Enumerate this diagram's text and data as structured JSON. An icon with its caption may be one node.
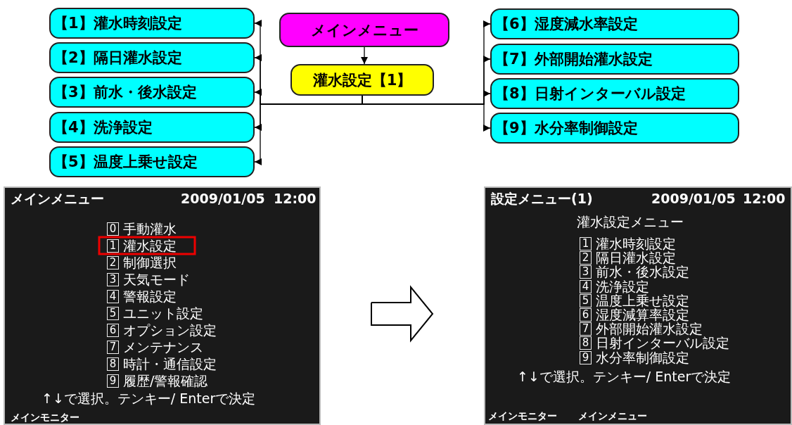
{
  "diagram": {
    "nodes": [
      {
        "text": [
          "メインメニュー"
        ]
      },
      {
        "text": [
          "灌水設定【1】"
        ]
      },
      {
        "text": [
          "【1】灌水時刻設定"
        ]
      },
      {
        "text": [
          "【2】隔日灌水設定"
        ]
      },
      {
        "text": [
          "【3】前水・後水設定"
        ]
      },
      {
        "text": [
          "【4】洗浄設定"
        ]
      },
      {
        "text": [
          "【5】温度上乗せ設定"
        ]
      },
      {
        "text": [
          "【6】湿度減水率設定"
        ]
      },
      {
        "text": [
          "【7】外部開始灌水設定"
        ]
      },
      {
        "text": [
          "【8】日射インターバル設定"
        ]
      },
      {
        "text": [
          "【9】水分率制御設定"
        ]
      },
      {
        "text": [
          "メインメニュー",
          "2009/01/05",
          "12:00",
          "0",
          "手動灌水",
          "1",
          "灌水設定",
          "2",
          "制御選択",
          "3",
          "天気モード",
          "4",
          "警報設定",
          "5",
          "ユニット設定",
          "6",
          "オプション設定",
          "7",
          "メンテナンス",
          "8",
          "時計・通信設定",
          "9",
          "履歴/警報確認",
          "↑↓で選択。テンキー/ Enterで決定",
          "メインモニター"
        ]
      },
      {
        "text": [
          "設定メニュー(1)",
          "2009/01/05",
          "12:00",
          "灌水設定メニュー",
          "1",
          "灌水時刻設定",
          "2",
          "隔日灌水設定",
          "3",
          "前水・後水設定",
          "4",
          "洗浄設定",
          "5",
          "温度上乗せ設定",
          "6",
          "湿度減算率設定",
          "7",
          "外部開始灌水設定",
          "8",
          "日射インターバル設定",
          "9",
          "水分率制御設定",
          "↑↓で選択。テンキー/ Enterで決定",
          "メインモニター",
          "メインメニュー"
        ]
      }
    ],
    "edges": [
      {
        "from": 0,
        "to": 1,
        "arrow": "to"
      },
      {
        "from": 1,
        "to": 2,
        "arrow": "to"
      },
      {
        "from": 1,
        "to": 3,
        "arrow": "to"
      },
      {
        "from": 1,
        "to": 4,
        "arrow": "to"
      },
      {
        "from": 1,
        "to": 5,
        "arrow": "to"
      },
      {
        "from": 1,
        "to": 6,
        "arrow": "to"
      },
      {
        "from": 1,
        "to": 7,
        "arrow": "to"
      },
      {
        "from": 1,
        "to": 8,
        "arrow": "to"
      },
      {
        "from": 1,
        "to": 9,
        "arrow": "to"
      },
      {
        "from": 1,
        "to": 10,
        "arrow": "to"
      },
      {
        "from": 11,
        "to": 12,
        "arrow": "to",
        "style": "thick"
      }
    ]
  }
}
